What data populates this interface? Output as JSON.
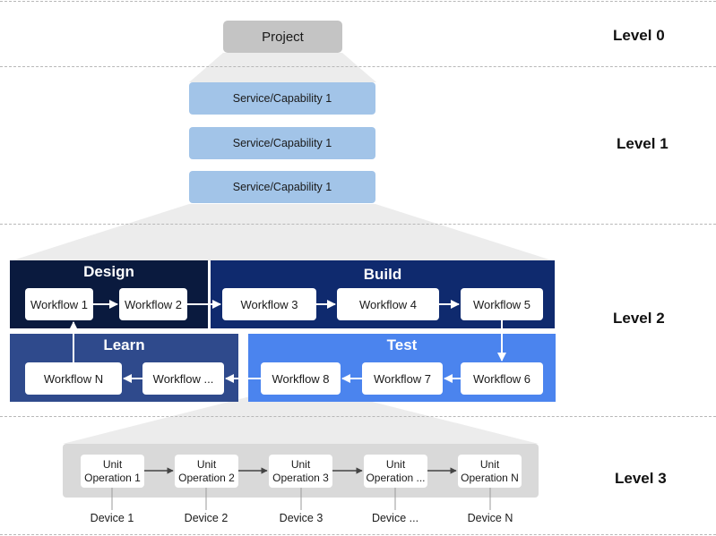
{
  "levels": {
    "level0": "Level 0",
    "level1": "Level 1",
    "level2": "Level 2",
    "level3": "Level 3"
  },
  "project": {
    "label": "Project"
  },
  "services": [
    "Service/Capability 1",
    "Service/Capability 1",
    "Service/Capability 1"
  ],
  "stages": {
    "design": {
      "title": "Design",
      "color": "#0a1a3e",
      "workflows": [
        "Workflow 1",
        "Workflow 2"
      ]
    },
    "build": {
      "title": "Build",
      "color": "#0f2a6e",
      "workflows": [
        "Workflow 3",
        "Workflow 4",
        "Workflow 5"
      ]
    },
    "learn": {
      "title": "Learn",
      "color": "#2f4a8c",
      "workflows": [
        "Workflow N",
        "Workflow ..."
      ]
    },
    "test": {
      "title": "Test",
      "color": "#4b84ee",
      "workflows": [
        "Workflow 8",
        "Workflow 7",
        "Workflow 6"
      ]
    }
  },
  "units": [
    {
      "line1": "Unit",
      "line2": "Operation 1"
    },
    {
      "line1": "Unit",
      "line2": "Operation 2"
    },
    {
      "line1": "Unit",
      "line2": "Operation 3"
    },
    {
      "line1": "Unit",
      "line2": "Operation ..."
    },
    {
      "line1": "Unit",
      "line2": "Operation N"
    }
  ],
  "devices": [
    "Device 1",
    "Device 2",
    "Device 3",
    "Device ...",
    "Device N"
  ],
  "colors": {
    "project": "#c4c4c4",
    "service": "#a2c4e8",
    "funnel": "#ececec",
    "unit_panel": "#d9d9d9"
  }
}
